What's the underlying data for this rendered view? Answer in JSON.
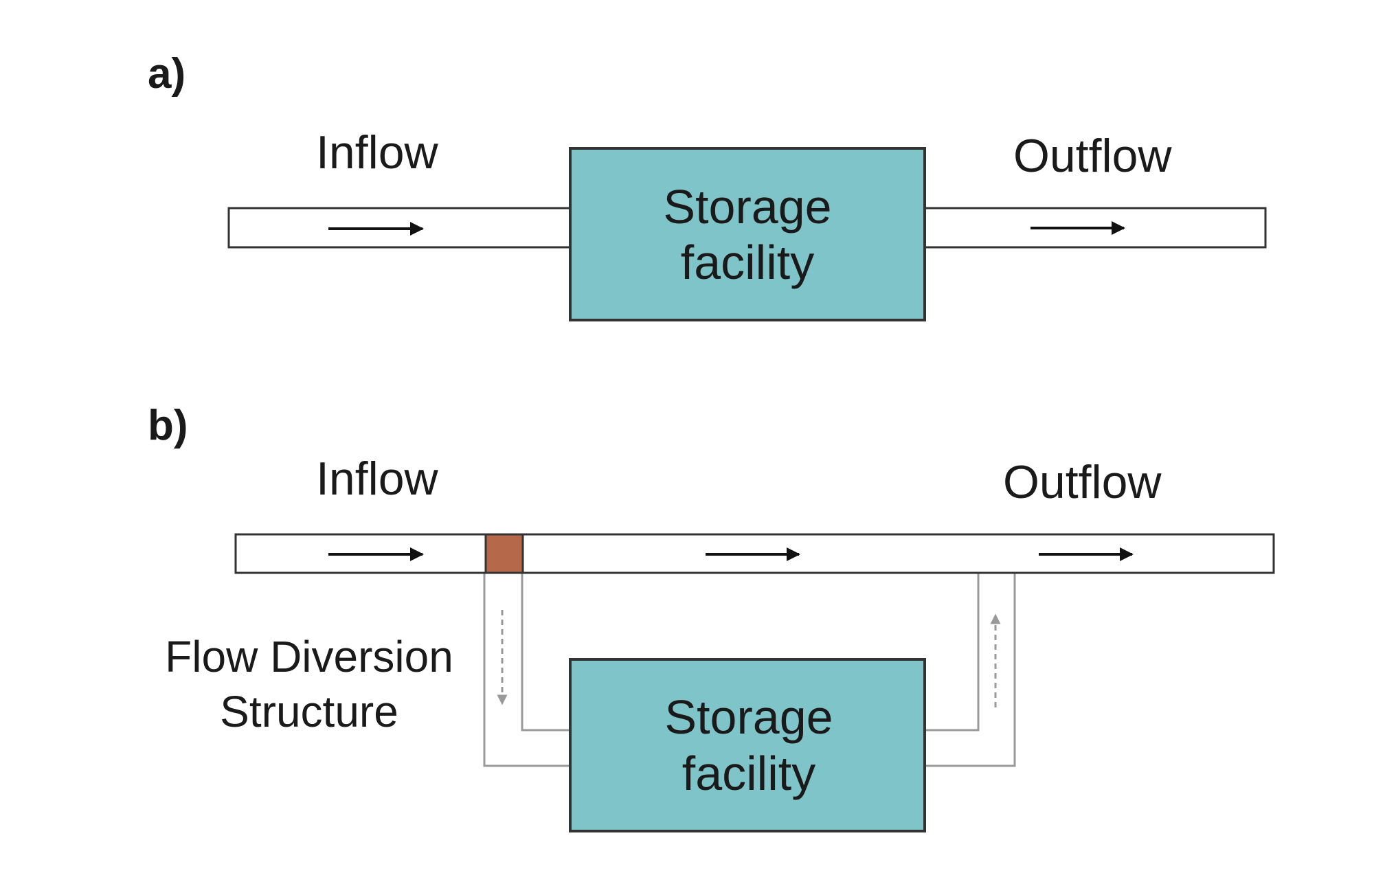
{
  "panel_a": {
    "label": "a)",
    "inflow_label": "Inflow",
    "outflow_label": "Outflow",
    "storage_line1": "Storage",
    "storage_line2": "facility"
  },
  "panel_b": {
    "label": "b)",
    "inflow_label": "Inflow",
    "outflow_label": "Outflow",
    "diversion_line1": "Flow Diversion",
    "diversion_line2": "Structure",
    "storage_line1": "Storage",
    "storage_line2": "facility"
  },
  "colors": {
    "storage_fill": "#7fc4c8",
    "diversion_fill": "#b5694a",
    "pipe_stroke": "#333333",
    "bypass_stroke": "#9a9a9a"
  }
}
